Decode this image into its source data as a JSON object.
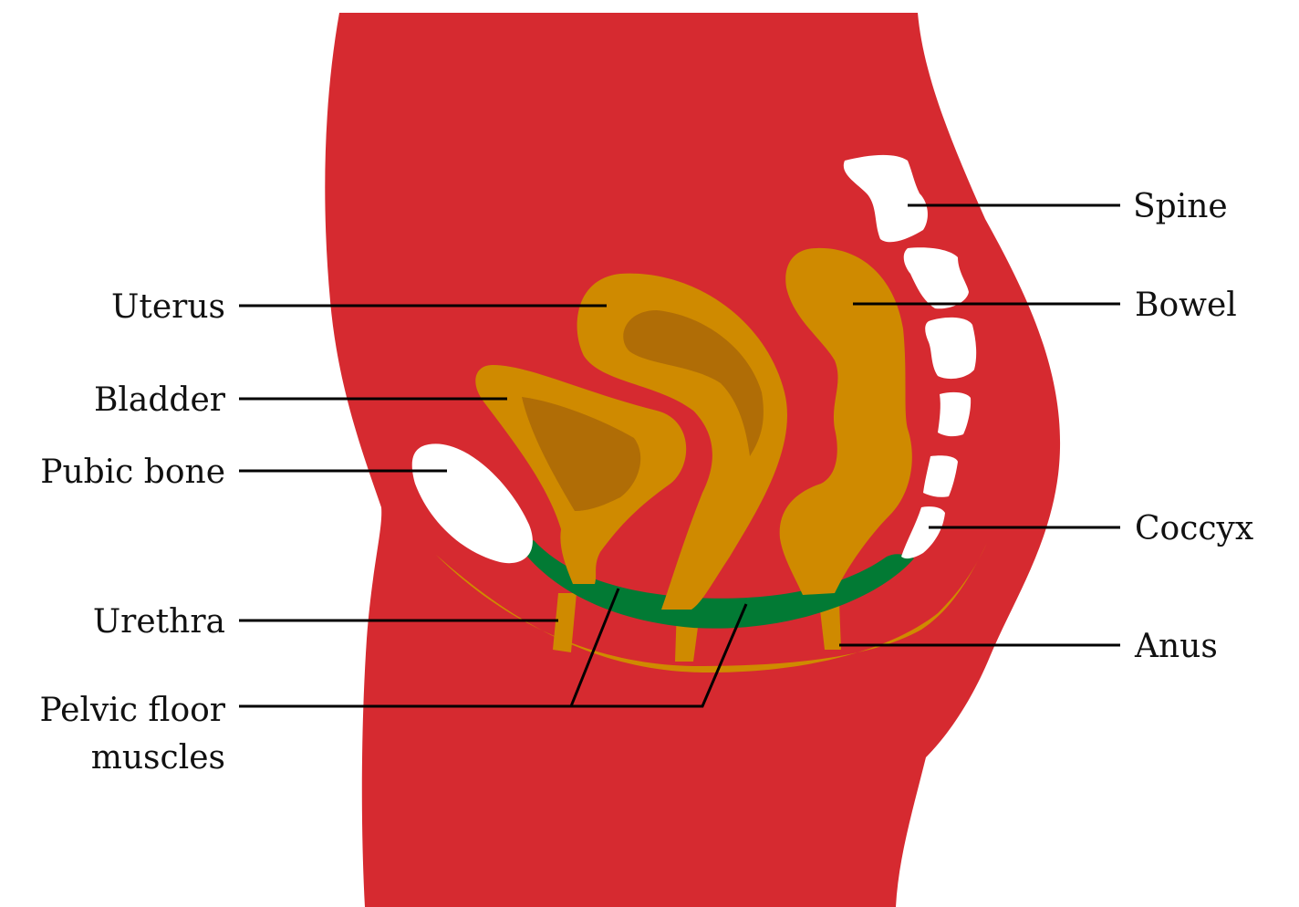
{
  "colors": {
    "body": "#d62a30",
    "organ": "#cf8a00",
    "organ_inner": "#b06d06",
    "muscle": "#027a34",
    "bone": "#ffffff",
    "text": "#111111"
  },
  "labels": {
    "spine": "Spine",
    "bowel": "Bowel",
    "coccyx": "Coccyx",
    "anus": "Anus",
    "uterus": "Uterus",
    "bladder": "Bladder",
    "pubic_bone": "Pubic bone",
    "urethra": "Urethra",
    "pelvic_floor_line1": "Pelvic floor",
    "pelvic_floor_line2": "muscles"
  }
}
